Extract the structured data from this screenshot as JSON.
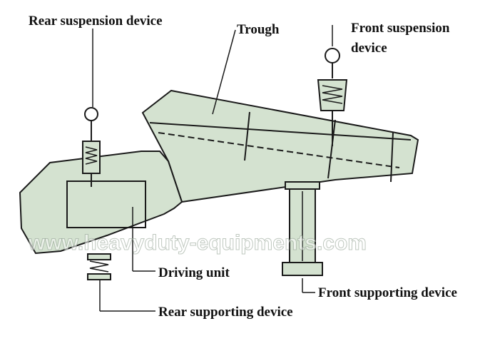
{
  "labels": {
    "rear_suspension": "Rear suspension device",
    "trough": "Trough",
    "front_suspension_line1": "Front suspension",
    "front_suspension_line2": "device",
    "driving_unit": "Driving unit",
    "front_supporting": "Front supporting device",
    "rear_supporting": "Rear supporting device"
  },
  "watermark": "www.heavyduty-equipments.com",
  "colors": {
    "body_fill": "#d4e2d0",
    "outline": "#1a1a1a"
  }
}
